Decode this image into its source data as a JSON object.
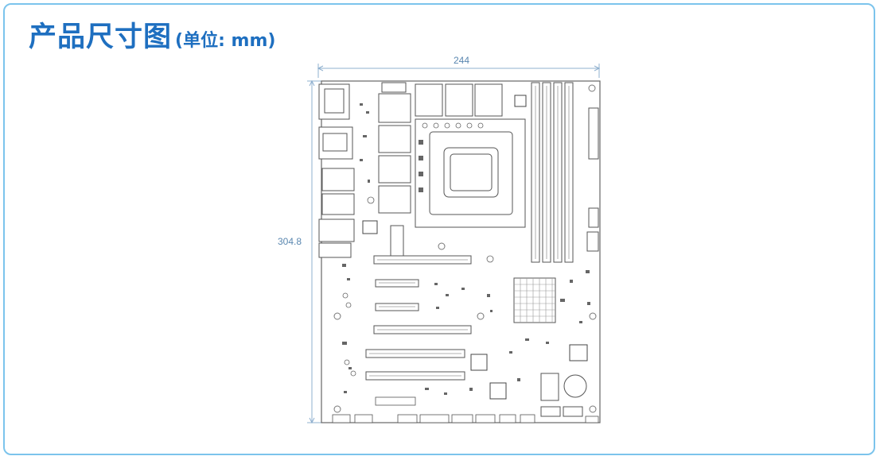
{
  "title": {
    "main": "产品尺寸图",
    "unit": "(单位: mm)"
  },
  "dimensions": {
    "width": "244",
    "height": "304.8"
  },
  "colors": {
    "accent": "#1e6fc0",
    "frame": "#7cc4ec",
    "dimension_line": "#8fb0cf",
    "drawing": "#555555"
  }
}
